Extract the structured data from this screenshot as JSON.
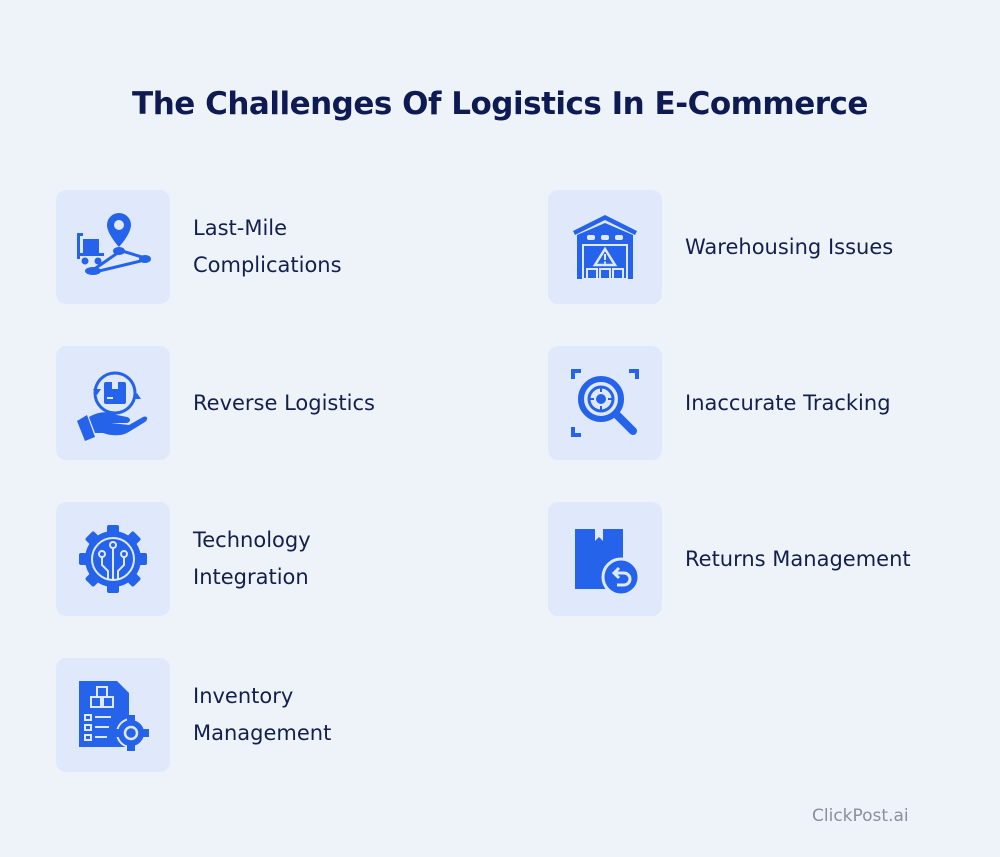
{
  "header": {
    "title": "The Challenges Of Logistics In E-Commerce"
  },
  "colors": {
    "background": "#eef3fa",
    "tile": "#e0e9fb",
    "icon": "#2563eb",
    "title": "#0d1b52",
    "text": "#13204d"
  },
  "items": [
    {
      "line1": "Last-Mile",
      "line2": "Complications",
      "icon": "delivery-route-icon"
    },
    {
      "line1": "Warehousing Issues",
      "line2": "",
      "icon": "warehouse-warning-icon"
    },
    {
      "line1": "Reverse Logistics",
      "line2": "",
      "icon": "hand-box-cycle-icon"
    },
    {
      "line1": "Inaccurate Tracking",
      "line2": "",
      "icon": "magnifier-target-icon"
    },
    {
      "line1": "Technology",
      "line2": "Integration",
      "icon": "gear-circuit-icon"
    },
    {
      "line1": "Returns Management",
      "line2": "",
      "icon": "box-return-icon"
    },
    {
      "line1": "Inventory",
      "line2": "Management",
      "icon": "document-gear-icon"
    }
  ],
  "footer": {
    "brand": "ClickPost.ai"
  }
}
